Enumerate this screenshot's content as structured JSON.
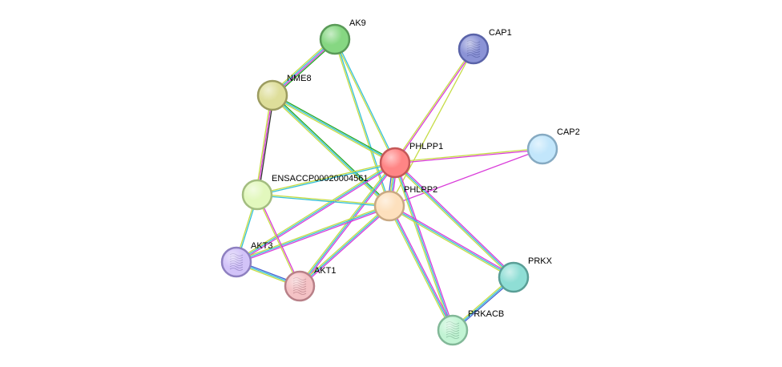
{
  "nodes": [
    {
      "id": "AK9",
      "label": "AK9",
      "color": "#86d782",
      "stroke": "#5a9a58",
      "structure": false
    },
    {
      "id": "CAP1",
      "label": "CAP1",
      "color": "#8b93d6",
      "stroke": "#5a63a8",
      "structure": true
    },
    {
      "id": "NME8",
      "label": "NME8",
      "color": "#dede9a",
      "stroke": "#9c9c60",
      "structure": false
    },
    {
      "id": "PHLPP1",
      "label": "PHLPP1",
      "color": "#ff8585",
      "stroke": "#c45858",
      "structure": false
    },
    {
      "id": "CAP2",
      "label": "CAP2",
      "color": "#c2e6fb",
      "stroke": "#86aac2",
      "structure": false
    },
    {
      "id": "ENSACCP00020004561",
      "label": "ENSACCP00020004561",
      "color": "#e2f8bd",
      "stroke": "#a3bd80",
      "structure": false
    },
    {
      "id": "PHLPP2",
      "label": "PHLPP2",
      "color": "#fde0bd",
      "stroke": "#c8a882",
      "structure": false
    },
    {
      "id": "AKT3",
      "label": "AKT3",
      "color": "#d2c3f8",
      "stroke": "#8e80c0",
      "structure": true
    },
    {
      "id": "AKT1",
      "label": "AKT1",
      "color": "#f4c2c5",
      "stroke": "#b88088",
      "structure": true
    },
    {
      "id": "PRKX",
      "label": "PRKX",
      "color": "#8fded5",
      "stroke": "#5a9e96",
      "structure": false
    },
    {
      "id": "PRKACB",
      "label": "PRKACB",
      "color": "#c2f4d4",
      "stroke": "#82b898",
      "structure": true
    }
  ],
  "edge_colors": {
    "textmining": "#c6dc45",
    "database": "#35c0d8",
    "experiments": "#d93bd9",
    "coexpression": "#333333",
    "neighborhood": "#22a622",
    "homology": "#4662d2"
  },
  "edges": [
    {
      "source": "AK9",
      "target": "NME8",
      "evidence": [
        "neighborhood",
        "experiments",
        "database",
        "textmining"
      ]
    },
    {
      "source": "AK9",
      "target": "PHLPP1",
      "evidence": [
        "database",
        "textmining"
      ]
    },
    {
      "source": "AK9",
      "target": "PHLPP2",
      "evidence": [
        "database",
        "textmining"
      ]
    },
    {
      "source": "NME8",
      "target": "PHLPP1",
      "evidence": [
        "neighborhood",
        "database",
        "textmining"
      ]
    },
    {
      "source": "NME8",
      "target": "PHLPP2",
      "evidence": [
        "neighborhood",
        "database",
        "textmining"
      ]
    },
    {
      "source": "NME8",
      "target": "ENSACCP00020004561",
      "evidence": [
        "coexpression",
        "experiments",
        "textmining"
      ]
    },
    {
      "source": "CAP1",
      "target": "PHLPP1",
      "evidence": [
        "experiments",
        "textmining"
      ]
    },
    {
      "source": "CAP1",
      "target": "PHLPP2",
      "evidence": [
        "textmining"
      ]
    },
    {
      "source": "CAP2",
      "target": "PHLPP1",
      "evidence": [
        "experiments",
        "textmining"
      ]
    },
    {
      "source": "CAP2",
      "target": "PHLPP2",
      "evidence": [
        "experiments"
      ]
    },
    {
      "source": "PHLPP1",
      "target": "PHLPP2",
      "evidence": [
        "experiments",
        "database",
        "textmining",
        "homology"
      ]
    },
    {
      "source": "PHLPP1",
      "target": "ENSACCP00020004561",
      "evidence": [
        "database",
        "textmining"
      ]
    },
    {
      "source": "PHLPP1",
      "target": "AKT3",
      "evidence": [
        "experiments",
        "database",
        "textmining"
      ]
    },
    {
      "source": "PHLPP1",
      "target": "AKT1",
      "evidence": [
        "experiments",
        "database",
        "textmining"
      ]
    },
    {
      "source": "PHLPP1",
      "target": "PRKX",
      "evidence": [
        "experiments",
        "database",
        "textmining"
      ]
    },
    {
      "source": "PHLPP1",
      "target": "PRKACB",
      "evidence": [
        "experiments",
        "database",
        "textmining"
      ]
    },
    {
      "source": "PHLPP2",
      "target": "ENSACCP00020004561",
      "evidence": [
        "database",
        "textmining"
      ]
    },
    {
      "source": "PHLPP2",
      "target": "AKT3",
      "evidence": [
        "experiments",
        "database",
        "textmining"
      ]
    },
    {
      "source": "PHLPP2",
      "target": "AKT1",
      "evidence": [
        "experiments",
        "database",
        "textmining"
      ]
    },
    {
      "source": "PHLPP2",
      "target": "PRKX",
      "evidence": [
        "experiments",
        "database",
        "textmining"
      ]
    },
    {
      "source": "PHLPP2",
      "target": "PRKACB",
      "evidence": [
        "experiments",
        "database",
        "textmining"
      ]
    },
    {
      "source": "ENSACCP00020004561",
      "target": "AKT3",
      "evidence": [
        "database",
        "textmining"
      ]
    },
    {
      "source": "ENSACCP00020004561",
      "target": "AKT1",
      "evidence": [
        "experiments",
        "textmining"
      ]
    },
    {
      "source": "AKT3",
      "target": "AKT1",
      "evidence": [
        "homology",
        "database",
        "textmining"
      ]
    },
    {
      "source": "PRKX",
      "target": "PRKACB",
      "evidence": [
        "homology",
        "database",
        "textmining"
      ]
    }
  ]
}
